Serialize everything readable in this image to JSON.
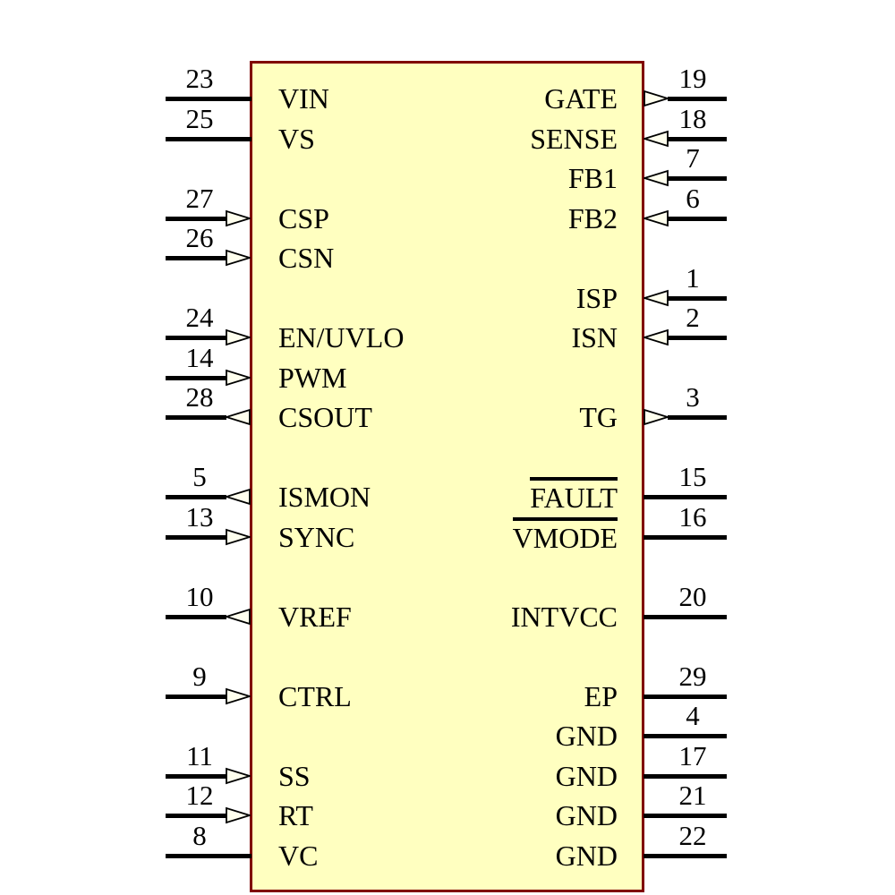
{
  "diagram": {
    "kind": "ic-schematic-symbol",
    "colors": {
      "background": "#FFFFFF",
      "body_fill": "#FFFFC0",
      "body_border": "#800000",
      "pin_line": "#000000",
      "arrow_fill": "#FFFFEE",
      "text": "#000000"
    },
    "pins": {
      "left": [
        {
          "number": "23",
          "label": "VIN",
          "row": 0,
          "arrow": "none"
        },
        {
          "number": "25",
          "label": "VS",
          "row": 1,
          "arrow": "none"
        },
        {
          "number": "27",
          "label": "CSP",
          "row": 3,
          "arrow": "in"
        },
        {
          "number": "26",
          "label": "CSN",
          "row": 4,
          "arrow": "in"
        },
        {
          "number": "24",
          "label": "EN/UVLO",
          "row": 6,
          "arrow": "in"
        },
        {
          "number": "14",
          "label": "PWM",
          "row": 7,
          "arrow": "in"
        },
        {
          "number": "28",
          "label": "CSOUT",
          "row": 8,
          "arrow": "out"
        },
        {
          "number": "5",
          "label": "ISMON",
          "row": 10,
          "arrow": "out"
        },
        {
          "number": "13",
          "label": "SYNC",
          "row": 11,
          "arrow": "in"
        },
        {
          "number": "10",
          "label": "VREF",
          "row": 13,
          "arrow": "out"
        },
        {
          "number": "9",
          "label": "CTRL",
          "row": 15,
          "arrow": "in"
        },
        {
          "number": "11",
          "label": "SS",
          "row": 17,
          "arrow": "in"
        },
        {
          "number": "12",
          "label": "RT",
          "row": 18,
          "arrow": "in"
        },
        {
          "number": "8",
          "label": "VC",
          "row": 19,
          "arrow": "none"
        }
      ],
      "right": [
        {
          "number": "19",
          "label": "GATE",
          "row": 0,
          "arrow": "out"
        },
        {
          "number": "18",
          "label": "SENSE",
          "row": 1,
          "arrow": "in"
        },
        {
          "number": "7",
          "label": "FB1",
          "row": 2,
          "arrow": "in"
        },
        {
          "number": "6",
          "label": "FB2",
          "row": 3,
          "arrow": "in"
        },
        {
          "number": "1",
          "label": "ISP",
          "row": 5,
          "arrow": "in"
        },
        {
          "number": "2",
          "label": "ISN",
          "row": 6,
          "arrow": "in"
        },
        {
          "number": "3",
          "label": "TG",
          "row": 8,
          "arrow": "out"
        },
        {
          "number": "15",
          "label": "FAULT",
          "row": 10,
          "arrow": "none",
          "overline": true
        },
        {
          "number": "16",
          "label": "VMODE",
          "row": 11,
          "arrow": "none",
          "overline": true
        },
        {
          "number": "20",
          "label": "INTVCC",
          "row": 13,
          "arrow": "none"
        },
        {
          "number": "29",
          "label": "EP",
          "row": 15,
          "arrow": "none"
        },
        {
          "number": "4",
          "label": "GND",
          "row": 16,
          "arrow": "none"
        },
        {
          "number": "17",
          "label": "GND",
          "row": 17,
          "arrow": "none"
        },
        {
          "number": "21",
          "label": "GND",
          "row": 18,
          "arrow": "none"
        },
        {
          "number": "22",
          "label": "GND",
          "row": 19,
          "arrow": "none"
        }
      ]
    }
  }
}
